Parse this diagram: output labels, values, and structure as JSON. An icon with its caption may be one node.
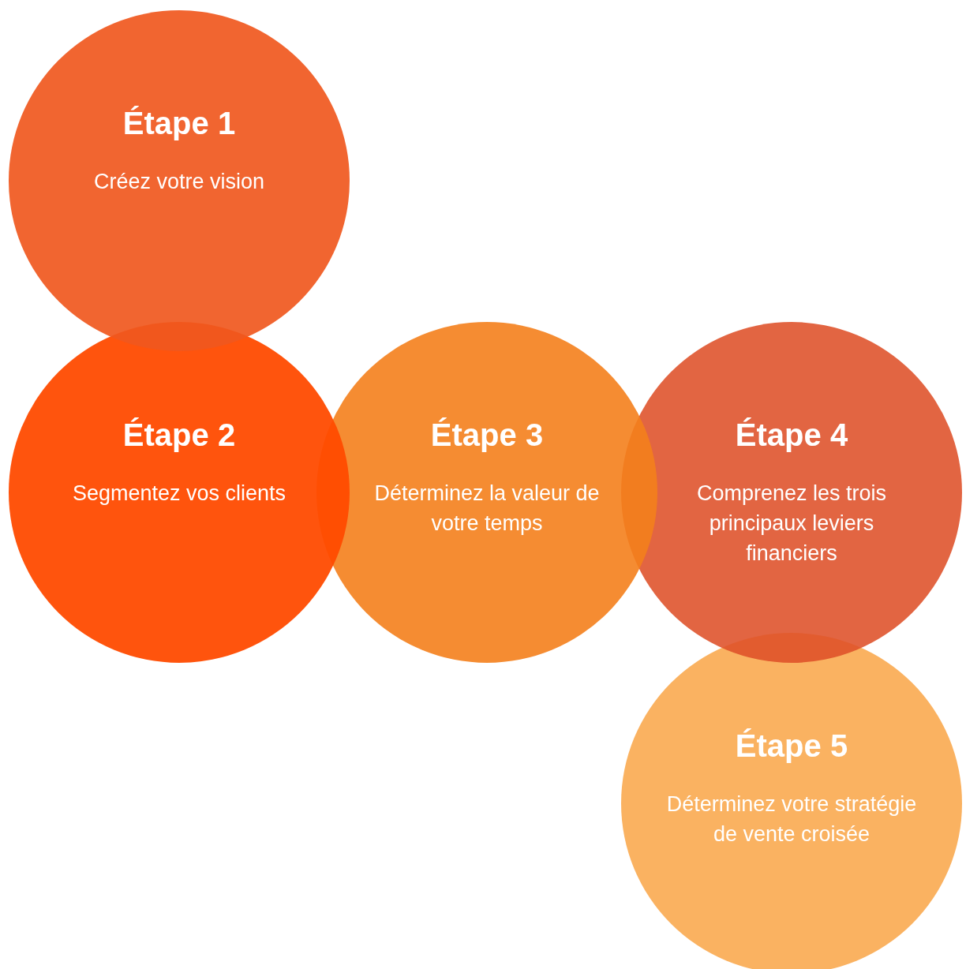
{
  "diagram": {
    "nodes": [
      {
        "text": [
          "Étape 1",
          "Créez votre vision"
        ]
      },
      {
        "text": [
          "Étape 2",
          "Segmentez vos clients"
        ]
      },
      {
        "text": [
          "Étape 3",
          "Déterminez la valeur de votre temps"
        ]
      },
      {
        "text": [
          "Étape 4",
          "Comprenez les trois principaux leviers financiers"
        ]
      },
      {
        "text": [
          "Étape 5",
          "Déterminez votre stratégie de vente croisée"
        ]
      }
    ]
  }
}
